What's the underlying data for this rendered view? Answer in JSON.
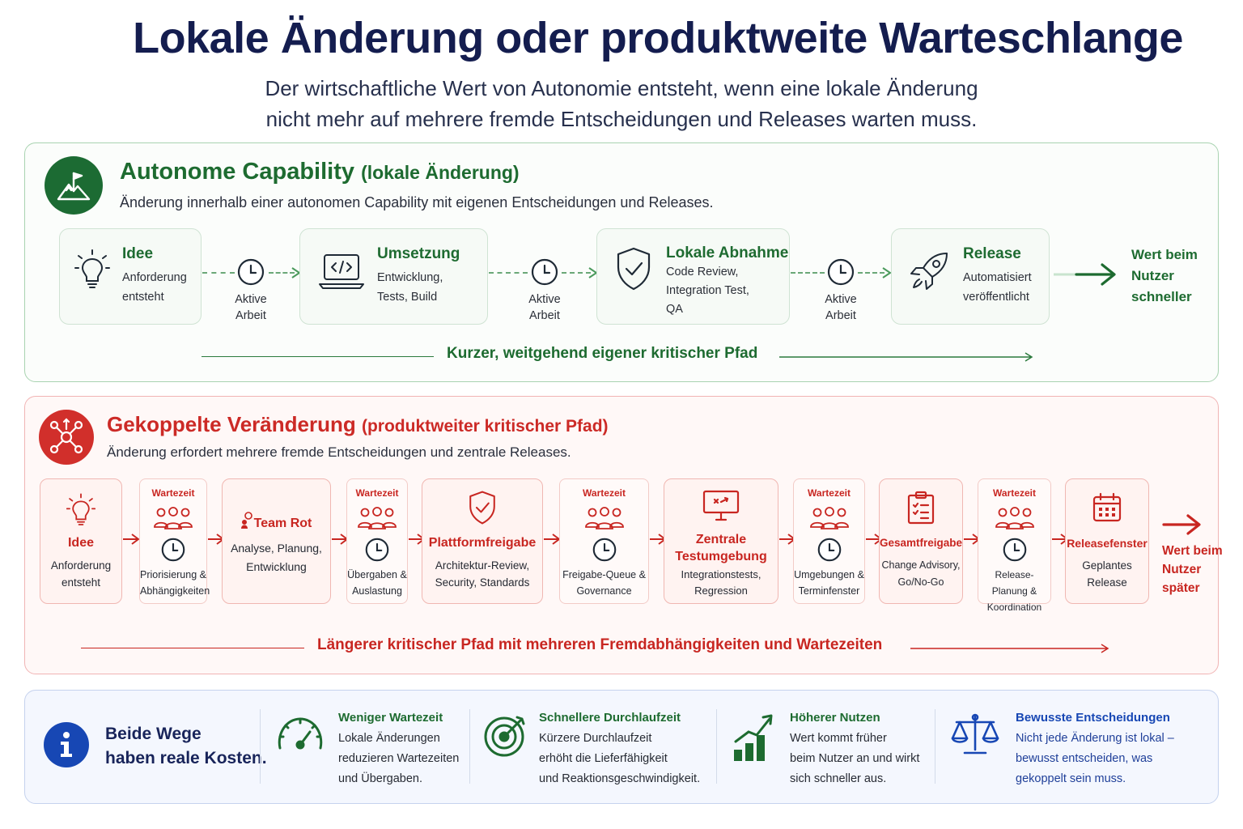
{
  "header": {
    "title": "Lokale Änderung oder produktweite Warteschlange",
    "subtitle_line1": "Der wirtschaftliche Wert von Autonomie entsteht, wenn eine lokale Änderung",
    "subtitle_line2": "nicht mehr auf mehrere fremde Entscheidungen und Releases warten muss."
  },
  "colors": {
    "green": "#1d6b30",
    "red": "#c82621",
    "blue": "#1747b4",
    "navy": "#141d4f"
  },
  "autonomous": {
    "title": "Autonome Capability",
    "title_paren": "(lokale Änderung)",
    "description": "Änderung innerhalb einer autonomen Capability mit eigenen Entscheidungen und Releases.",
    "icon": "mountain-flag-icon",
    "steps": [
      {
        "title": "Idee",
        "line1": "Anforderung",
        "line2": "entsteht",
        "line3": "",
        "icon": "lightbulb-icon"
      },
      {
        "title": "Umsetzung",
        "line1": "Entwicklung,",
        "line2": "Tests, Build",
        "line3": "",
        "icon": "laptop-code-icon"
      },
      {
        "title": "Lokale Abnahme",
        "line1": "Code Review,",
        "line2": "Integration Test,",
        "line3": "QA",
        "icon": "shield-check-icon"
      },
      {
        "title": "Release",
        "line1": "Automatisiert",
        "line2": "veröffentlicht",
        "line3": "",
        "icon": "rocket-icon"
      }
    ],
    "connectors": [
      {
        "line1": "Aktive",
        "line2": "Arbeit"
      },
      {
        "line1": "Aktive",
        "line2": "Arbeit"
      },
      {
        "line1": "Aktive",
        "line2": "Arbeit"
      }
    ],
    "result_line1": "Wert beim",
    "result_line2": "Nutzer",
    "result_line3": "schneller",
    "path_label": "Kurzer, weitgehend eigener kritischer Pfad"
  },
  "coupled": {
    "title": "Gekoppelte Veränderung",
    "title_paren": "(produktweiter kritischer Pfad)",
    "description": "Änderung erfordert mehrere fremde Entscheidungen und zentrale Releases.",
    "icon": "network-hub-icon",
    "steps": [
      {
        "title": "Idee",
        "line1": "Anforderung",
        "line2": "entsteht",
        "icon": "lightbulb-icon"
      },
      {
        "title": "Team Rot",
        "line1": "Analyse, Planung,",
        "line2": "Entwicklung",
        "icon": "team-icon"
      },
      {
        "title": "Plattformfreigabe",
        "line1": "Architektur-Review,",
        "line2": "Security, Standards",
        "icon": "shield-check-icon"
      },
      {
        "title_line1": "Zentrale",
        "title_line2": "Testumgebung",
        "line1": "Integrationstests,",
        "line2": "Regression",
        "icon": "monitor-test-icon"
      },
      {
        "title": "Gesamtfreigabe",
        "line1": "Change Advisory,",
        "line2": "Go/No-Go",
        "icon": "clipboard-checklist-icon"
      },
      {
        "title": "Releasefenster",
        "line1": "Geplantes",
        "line2": "Release",
        "icon": "calendar-icon"
      }
    ],
    "waits": [
      {
        "label": "Wartezeit",
        "line1": "Priorisierung &",
        "line2": "Abhängigkeiten"
      },
      {
        "label": "Wartezeit",
        "line1": "Übergaben &",
        "line2": "Auslastung"
      },
      {
        "label": "Wartezeit",
        "line1": "Freigabe-Queue &",
        "line2": "Governance"
      },
      {
        "label": "Wartezeit",
        "line1": "Umgebungen &",
        "line2": "Terminfenster"
      },
      {
        "label": "Wartezeit",
        "line1": "Release-Planung &",
        "line2": "Koordination"
      }
    ],
    "result_line1": "Wert beim",
    "result_line2": "Nutzer",
    "result_line3": "später",
    "path_label": "Längerer kritischer Pfad mit mehreren Fremdabhängigkeiten und Wartezeiten"
  },
  "footer": {
    "main_line1": "Beide Wege",
    "main_line2": "haben reale Kosten.",
    "columns": [
      {
        "title": "Weniger Wartezeit",
        "line1": "Lokale Änderungen",
        "line2": "reduzieren Wartezeiten",
        "line3": "und Übergaben.",
        "icon": "speedometer-icon"
      },
      {
        "title": "Schnellere Durchlaufzeit",
        "line1": "Kürzere Durchlaufzeit",
        "line2": "erhöht die Lieferfähigkeit",
        "line3": "und Reaktionsgeschwindigkeit.",
        "icon": "target-icon"
      },
      {
        "title": "Höherer Nutzen",
        "line1": "Wert kommt früher",
        "line2": "beim Nutzer an und wirkt",
        "line3": "sich schneller aus.",
        "icon": "growth-chart-icon"
      },
      {
        "title": "Bewusste Entscheidungen",
        "line1": "Nicht jede Änderung ist lokal –",
        "line2": "bewusst entscheiden, was",
        "line3": "gekoppelt sein muss.",
        "icon": "scales-icon"
      }
    ]
  }
}
